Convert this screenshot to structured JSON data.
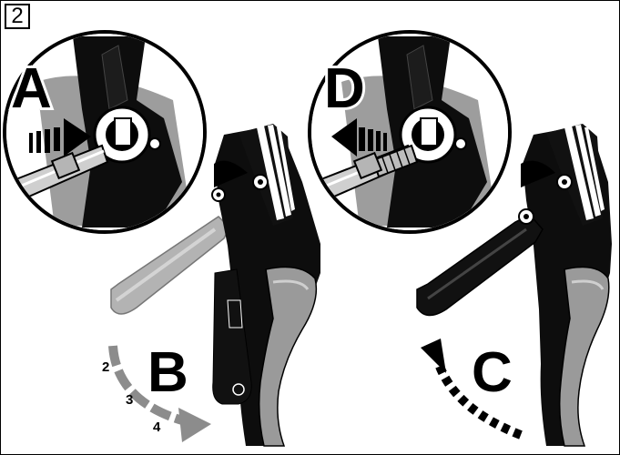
{
  "figure_number": "2",
  "labels": {
    "A": "A",
    "B": "B",
    "C": "C",
    "D": "D"
  },
  "steps": [
    "2",
    "3",
    "4"
  ],
  "colors": {
    "ink": "#000000",
    "grey_light": "#b3b3b3",
    "grey_mid": "#8c8c8c",
    "grey_dark": "#5a5a5a",
    "paper": "#ffffff"
  }
}
